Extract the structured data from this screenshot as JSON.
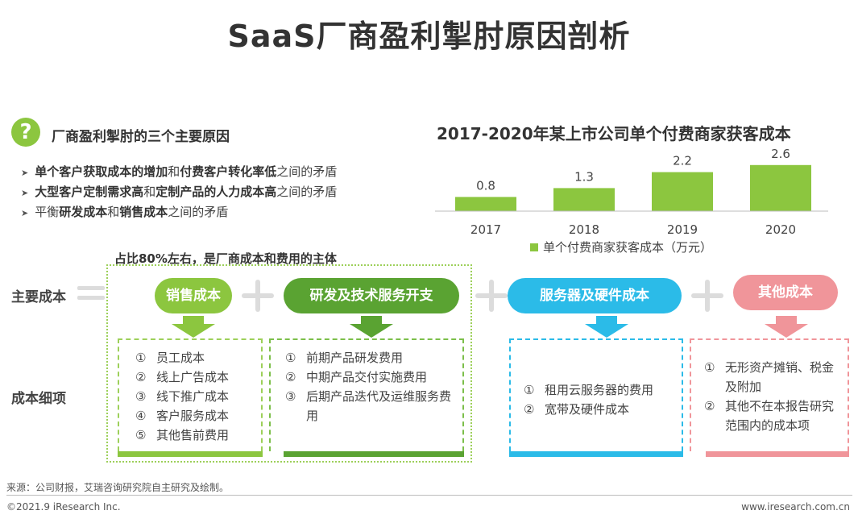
{
  "title": "SaaS厂商盈利掣肘原因剖析",
  "reasons": {
    "heading": "厂商盈利掣肘的三个主要原因",
    "items": [
      [
        {
          "t": "单个客户获取成本的增加",
          "b": true
        },
        {
          "t": "和",
          "b": false
        },
        {
          "t": "付费客户转化率低",
          "b": true
        },
        {
          "t": "之间的矛盾",
          "b": false
        }
      ],
      [
        {
          "t": "大型客户定制需求高",
          "b": true
        },
        {
          "t": "和",
          "b": false
        },
        {
          "t": "定制产品的人力成本高",
          "b": true
        },
        {
          "t": "之间的矛盾",
          "b": false
        }
      ],
      [
        {
          "t": "平衡",
          "b": false
        },
        {
          "t": "研发成本",
          "b": true
        },
        {
          "t": "和",
          "b": false
        },
        {
          "t": "销售成本",
          "b": true
        },
        {
          "t": "之间的矛盾",
          "b": false
        }
      ]
    ]
  },
  "chart_data": {
    "type": "bar",
    "title": "2017-2020年某上市公司单个付费商家获客成本",
    "categories": [
      "2017",
      "2018",
      "2019",
      "2020"
    ],
    "series": [
      {
        "name": "单个付费商家获客成本（万元）",
        "values": [
          0.8,
          1.3,
          2.2,
          2.6
        ]
      }
    ],
    "ylim": [
      0,
      3.0
    ],
    "legend": "bottom",
    "grid": false,
    "color": "#8cc63f"
  },
  "labels": {
    "main_cost": "主要成本",
    "cost_detail": "成本细项",
    "pct_note": "占比80%左右，是厂商成本和费用的主体"
  },
  "costs": [
    {
      "name": "销售成本",
      "color": "#8cc63f",
      "items": [
        [
          "①",
          "员工成本"
        ],
        [
          "②",
          "线上广告成本"
        ],
        [
          "③",
          "线下推广成本"
        ],
        [
          "④",
          "客户服务成本"
        ],
        [
          "⑤",
          "其他售前费用"
        ]
      ]
    },
    {
      "name": "研发及技术服务开支",
      "color": "#5aa332",
      "items": [
        [
          "①",
          "前期产品研发费用"
        ],
        [
          "②",
          "中期产品交付实施费用"
        ],
        [
          "③",
          "后期产品迭代及运维服务费用"
        ]
      ]
    },
    {
      "name": "服务器及硬件成本",
      "color": "#2bbbe8",
      "items": [
        [
          "①",
          "租用云服务器的费用"
        ],
        [
          "②",
          "宽带及硬件成本"
        ]
      ]
    },
    {
      "name": "其他成本",
      "color": "#f0959a",
      "items": [
        [
          "①",
          "无形资产摊销、税金及附加"
        ],
        [
          "②",
          "其他不在本报告研究范围内的成本项"
        ]
      ]
    }
  ],
  "footer": {
    "source": "来源：公司财报，艾瑞咨询研究院自主研究及绘制。",
    "copyright": "©2021.9 iResearch Inc.",
    "site": "www.iresearch.com.cn"
  }
}
